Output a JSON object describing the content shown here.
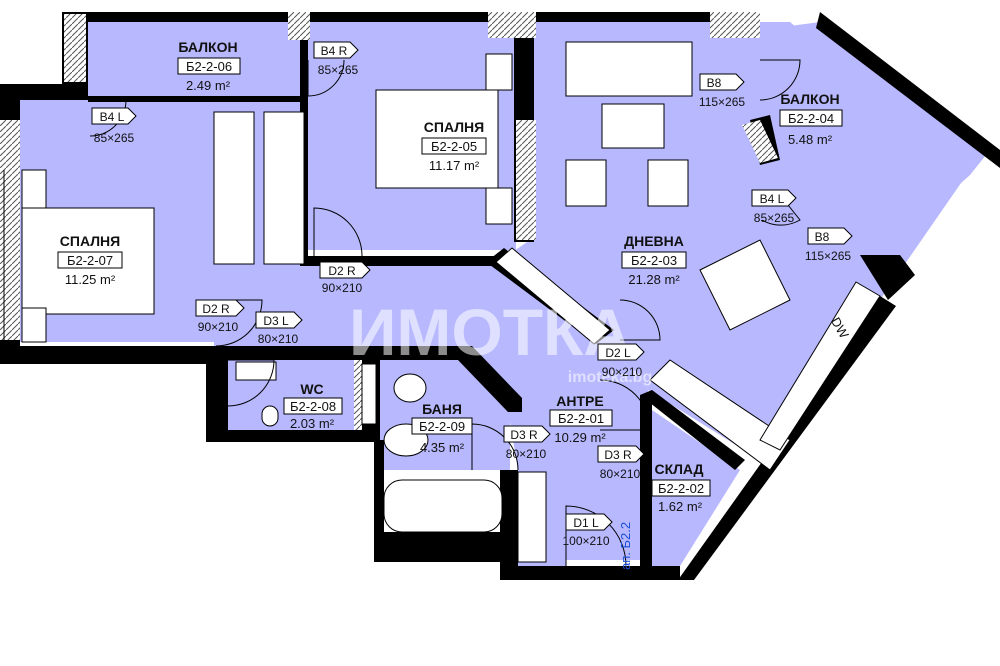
{
  "colors": {
    "room_fill": "#b8b8ff",
    "wall": "#000000",
    "furniture": "#ffffff",
    "background": "#ffffff",
    "unit_label": "#1a4fd6",
    "watermark": "#ffffff"
  },
  "rooms": {
    "balcony_1": {
      "name": "БАЛКОН",
      "code": "Б2-2-06",
      "area": "2.49 m²"
    },
    "bedroom_1": {
      "name": "СПАЛНЯ",
      "code": "Б2-2-05",
      "area": "11.17 m²"
    },
    "bedroom_2": {
      "name": "СПАЛНЯ",
      "code": "Б2-2-07",
      "area": "11.25 m²"
    },
    "living": {
      "name": "ДНЕВНА",
      "code": "Б2-2-03",
      "area": "21.28 m²"
    },
    "balcony_2": {
      "name": "БАЛКОН",
      "code": "Б2-2-04",
      "area": "5.48 m²"
    },
    "wc": {
      "name": "WC",
      "code": "Б2-2-08",
      "area": "2.03 m²"
    },
    "bathroom": {
      "name": "БАНЯ",
      "code": "Б2-2-09",
      "area": "4.35 m²"
    },
    "hall": {
      "name": "АНТРЕ",
      "code": "Б2-2-01",
      "area": "10.29 m²"
    },
    "storage": {
      "name": "СКЛАД",
      "code": "Б2-2-02",
      "area": "1.62 m²"
    }
  },
  "openings": {
    "b4r": {
      "label": "B4 R",
      "dim": "85×265"
    },
    "b4l_a": {
      "label": "B4 L",
      "dim": "85×265"
    },
    "b8_a": {
      "label": "B8",
      "dim": "115×265"
    },
    "b4l_b": {
      "label": "B4 L",
      "dim": "85×265"
    },
    "b8_b": {
      "label": "B8",
      "dim": "115×265"
    },
    "d2r_a": {
      "label": "D2 R",
      "dim": "90×210"
    },
    "d2r_b": {
      "label": "D2 R",
      "dim": "90×210"
    },
    "d3l": {
      "label": "D3 L",
      "dim": "80×210"
    },
    "d2l": {
      "label": "D2 L",
      "dim": "90×210"
    },
    "d3r_a": {
      "label": "D3 R",
      "dim": "80×210"
    },
    "d3r_b": {
      "label": "D3 R",
      "dim": "80×210"
    },
    "d1l": {
      "label": "D1 L",
      "dim": "100×210"
    }
  },
  "appliances": {
    "dishwasher": "DW"
  },
  "unit_label": "ап. Б2.2",
  "watermark": {
    "main": "ИМОТКА",
    "sub": "imoteka.bg"
  }
}
